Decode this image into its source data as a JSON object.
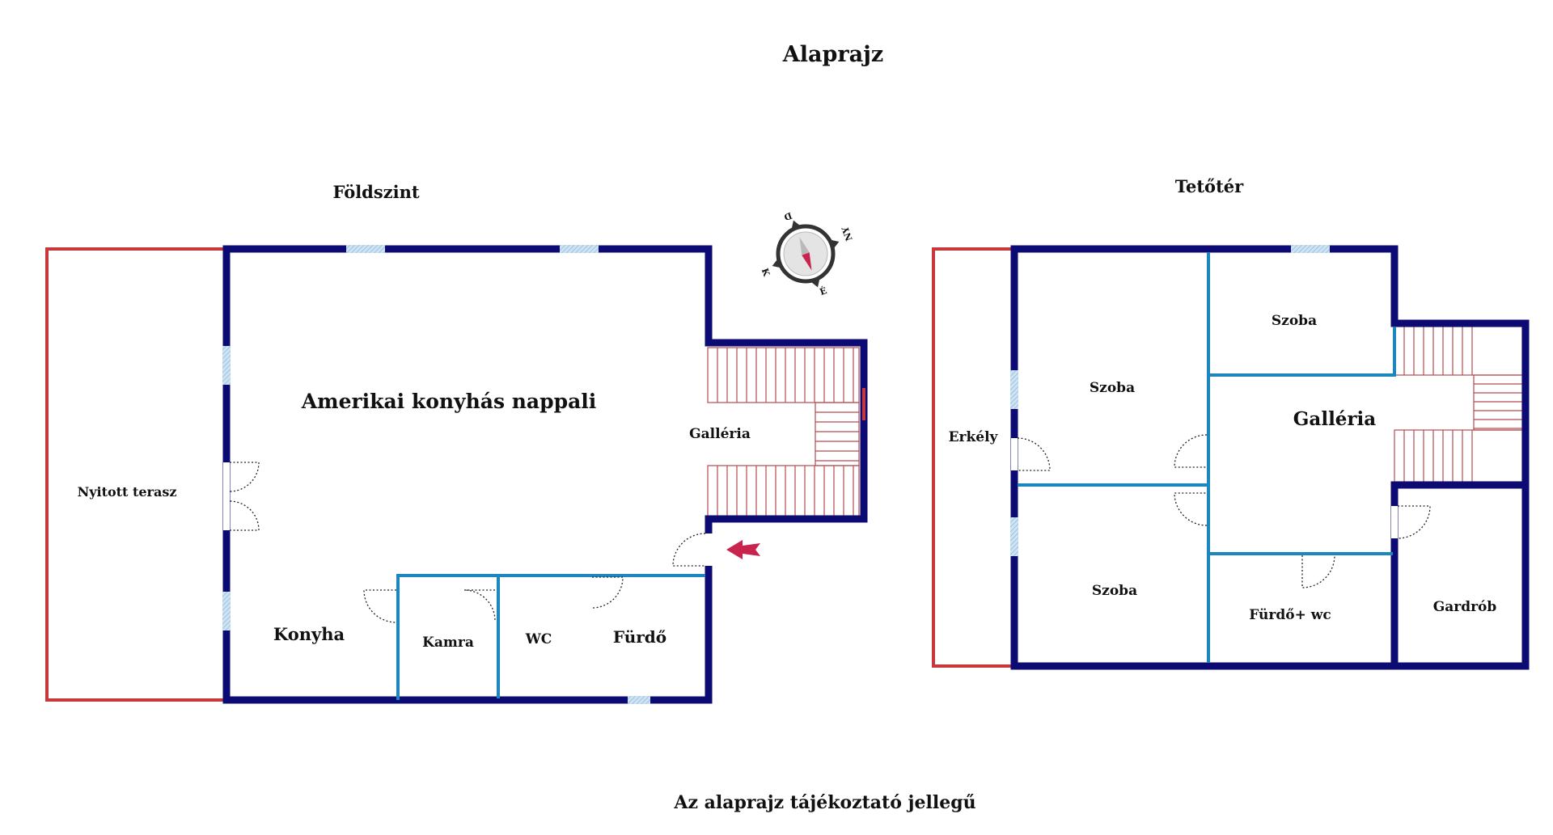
{
  "title": "Alaprajz",
  "footer": "Az alaprajz tájékoztató jellegű",
  "ground": {
    "heading": "Földszint",
    "rooms": {
      "terrace": "Nyitott terasz",
      "living": "Amerikai konyhás nappali",
      "gallery": "Galléria",
      "kitchen": "Konyha",
      "pantry": "Kamra",
      "wc": "WC",
      "bath": "Fürdő"
    }
  },
  "attic": {
    "heading": "Tetőtér",
    "rooms": {
      "balcony": "Erkély",
      "room_top_left": "Szoba",
      "room_top_right": "Szoba",
      "gallery": "Galléria",
      "room_bottom_left": "Szoba",
      "bath_wc": "Fürdő+ wc",
      "wardrobe": "Gardrób"
    }
  },
  "compass": {
    "letters": [
      "D",
      "NY",
      "É",
      "K"
    ],
    "icon": "compass-icon"
  },
  "entrance": {
    "icon": "entrance-arrow-icon"
  },
  "colors": {
    "outer_wall": "#0b0b73",
    "inner_wall": "#1b86c0",
    "terrace_outline": "#c8383a",
    "stairs": "#b54b4f",
    "window": "#a9cde8",
    "arrow": "#c8244e"
  }
}
